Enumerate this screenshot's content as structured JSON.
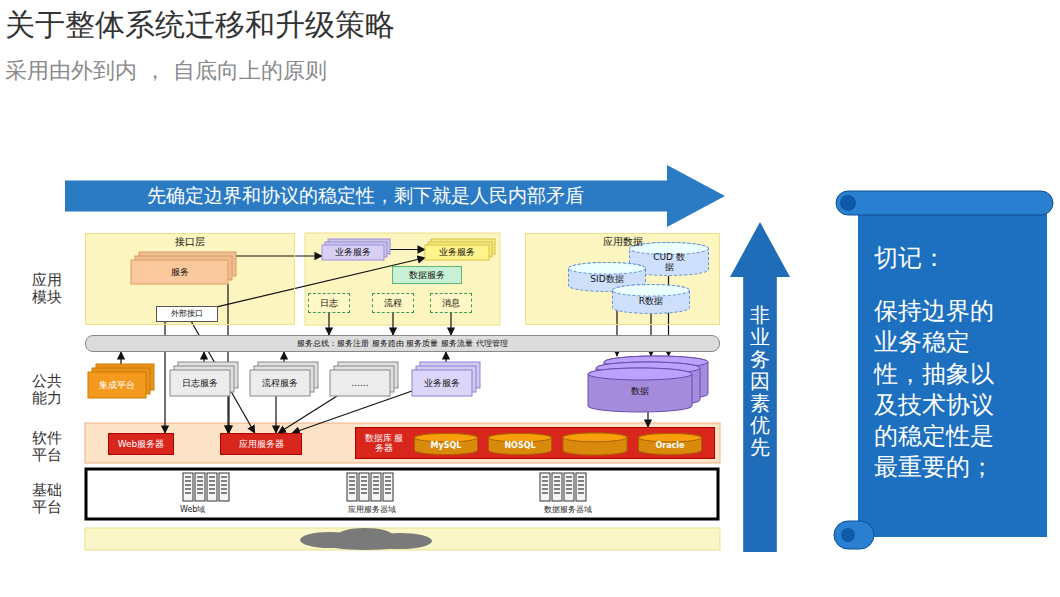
{
  "diagram": {
    "title": "关于整体系统迁移和升级策略",
    "nodes": [
      {
        "text": [
          "先确定边界和协议的稳定性，剩下就是人民内部矛盾"
        ]
      },
      {
        "text": [
          "非业务因素优先"
        ]
      },
      {
        "text": [
          "切记：",
          "保持边界的业务稳定性，抽象以及技术协议的稳定性是最重要的；"
        ]
      },
      {
        "text": [
          "接口层"
        ]
      },
      {
        "text": [
          "服务"
        ],
        "in": 3
      },
      {
        "text": [
          "外部接口"
        ],
        "in": 3
      },
      {
        "text": [
          "业务服务"
        ]
      },
      {
        "text": [
          "业务服务"
        ]
      },
      {
        "text": [
          "数据服务"
        ]
      },
      {
        "text": [
          "日志"
        ]
      },
      {
        "text": [
          "流程"
        ]
      },
      {
        "text": [
          "消息"
        ]
      },
      {
        "text": [
          "应用数据"
        ]
      },
      {
        "text": [
          "CUD 数据"
        ],
        "in": 12
      },
      {
        "text": [
          "SID数据"
        ],
        "in": 12
      },
      {
        "text": [
          "R数据"
        ],
        "in": 12
      },
      {
        "text": [
          "服务总线：服务注册 服务路由 服务质量 服务流量 代理管理"
        ]
      },
      {
        "text": [
          "集成平台"
        ]
      },
      {
        "text": [
          "日志服务"
        ]
      },
      {
        "text": [
          "流程服务"
        ]
      },
      {
        "text": [
          "......"
        ]
      },
      {
        "text": [
          "业务服务"
        ]
      },
      {
        "text": [
          "数据"
        ]
      },
      {
        "text": [
          "Web服务器"
        ]
      },
      {
        "text": [
          "应用服务器"
        ]
      },
      {
        "text": [
          "数据库 服务器"
        ]
      },
      {
        "text": [
          "MySQL"
        ],
        "in": 25
      },
      {
        "text": [
          "NOSQL"
        ],
        "in": 25
      },
      {
        "text": [
          "Oracle"
        ],
        "in": 25
      }
    ],
    "edges": [
      {
        "from": 4,
        "to": 6,
        "arrow": "to"
      },
      {
        "from": 6,
        "to": 7,
        "arrow": "to"
      },
      {
        "from": 5,
        "to": 7,
        "arrow": "to"
      },
      {
        "from": 5,
        "to": 23,
        "arrow": "to"
      },
      {
        "from": 5,
        "to": 24,
        "arrow": "to"
      },
      {
        "from": 4,
        "to": 24,
        "arrow": "to"
      },
      {
        "from": 9,
        "to": 16,
        "arrow": "to"
      },
      {
        "from": 10,
        "to": 16,
        "arrow": "to"
      },
      {
        "from": 11,
        "to": 16,
        "arrow": "to"
      },
      {
        "from": 17,
        "to": 16,
        "arrow": "to"
      },
      {
        "from": 18,
        "to": 16,
        "arrow": "to"
      },
      {
        "from": 19,
        "to": 16,
        "arrow": "to"
      },
      {
        "from": 21,
        "to": 16,
        "arrow": "to"
      },
      {
        "from": 18,
        "to": 24,
        "arrow": "to"
      },
      {
        "from": 19,
        "to": 24,
        "arrow": "to"
      },
      {
        "from": 20,
        "to": 24,
        "arrow": "to"
      },
      {
        "from": 21,
        "to": 24,
        "arrow": "to"
      },
      {
        "from": 13,
        "to": 22,
        "arrow": "to"
      },
      {
        "from": 14,
        "to": 22,
        "arrow": "to"
      },
      {
        "from": 15,
        "to": 22,
        "arrow": "to"
      },
      {
        "from": 22,
        "to": 25,
        "arrow": "to"
      }
    ],
    "labels": [
      "采用由外到内 ， 自底向上的原则",
      "应用模块",
      "公共能力",
      "软件平台",
      "基础平台",
      "Web域",
      "应用服务器域",
      "数据服务器域"
    ]
  }
}
